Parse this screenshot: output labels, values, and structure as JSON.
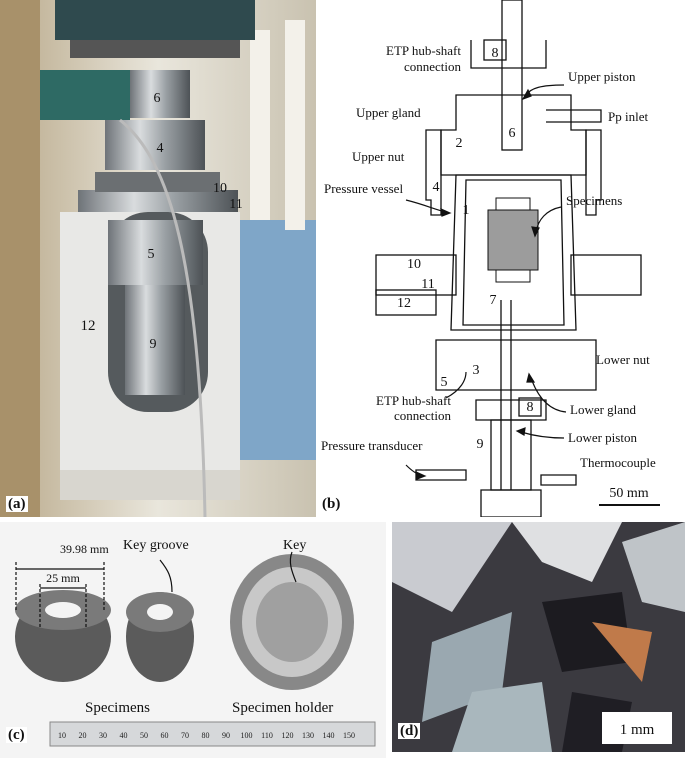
{
  "panel_a": {
    "label": "(a)",
    "numbers": [
      "6",
      "4",
      "10",
      "11",
      "5",
      "12",
      "9"
    ]
  },
  "panel_b": {
    "label": "(b)",
    "labels": {
      "etp_upper": [
        "ETP hub-shaft",
        "connection"
      ],
      "upper_piston": "Upper piston",
      "upper_gland": "Upper gland",
      "pp_inlet": "Pp inlet",
      "upper_nut": "Upper nut",
      "pressure_vessel": "Pressure vessel",
      "specimens": "Specimens",
      "lower_nut": "Lower nut",
      "etp_lower": [
        "ETP hub-shaft",
        "connection"
      ],
      "lower_gland": "Lower gland",
      "lower_piston": "Lower piston",
      "pressure_transducer": "Pressure transducer",
      "thermocouple": "Thermocouple"
    },
    "numbers": [
      "8",
      "6",
      "2",
      "4",
      "1",
      "10",
      "11",
      "12",
      "7",
      "3",
      "5",
      "8",
      "9"
    ],
    "scale_bar": "50 mm"
  },
  "panel_c": {
    "label": "(c)",
    "dim_outer": "39.98 mm",
    "dim_inner": "25 mm",
    "key_groove": "Key groove",
    "key": "Key",
    "specimens": "Specimens",
    "specimen_holder": "Specimen holder",
    "ruler_ticks": [
      "10",
      "20",
      "30",
      "40",
      "50",
      "60",
      "70",
      "80",
      "90",
      "100",
      "110",
      "120",
      "130",
      "140",
      "150"
    ]
  },
  "panel_d": {
    "label": "(d)",
    "scale_bar": "1 mm"
  }
}
